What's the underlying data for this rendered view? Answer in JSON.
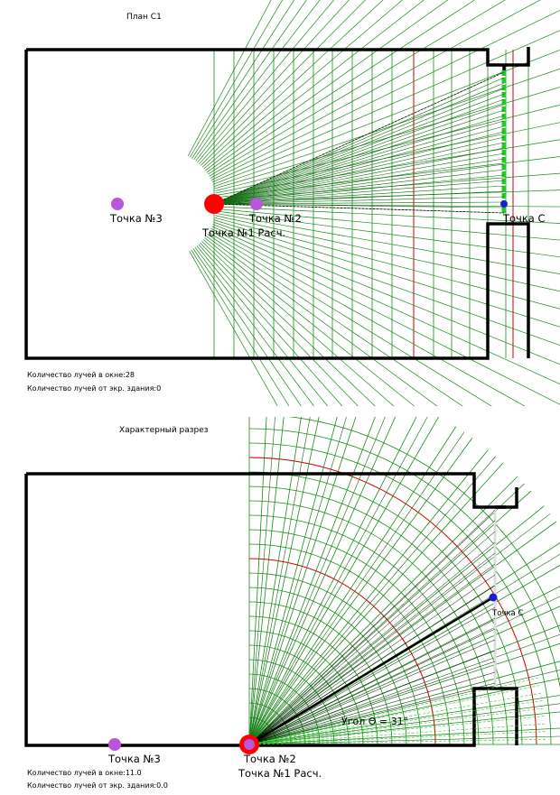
{
  "plan": {
    "title": "План С1",
    "labels": {
      "point3": "Точка №3",
      "point2": "Точка №2",
      "point1": "Точка №1 Расч.",
      "pointC": "Точка С"
    },
    "stats": {
      "window_rays": "Количество лучей в окне:28",
      "shading_rays": "Количество лучей от экр. здания:0"
    }
  },
  "section": {
    "title": "Характерный разрез",
    "labels": {
      "point3": "Точка №3",
      "point2": "Точка №2",
      "point1": "Точка №1 Расч.",
      "pointC": "Точка С",
      "angle": "Угол Θ = 31°"
    },
    "stats": {
      "window_rays": "Количество лучей в окне:11.0",
      "shading_rays": "Количество лучей от экр. здания:0.0"
    }
  },
  "colors": {
    "grid": "#1a8a1a",
    "grid_dark": "#0f6a0f",
    "highlight": "#cc0000",
    "window": "#22cc22",
    "point_calc": "#ff0000",
    "point_other": "#bb55dd",
    "point_c": "#1122cc",
    "wall": "#000000"
  }
}
